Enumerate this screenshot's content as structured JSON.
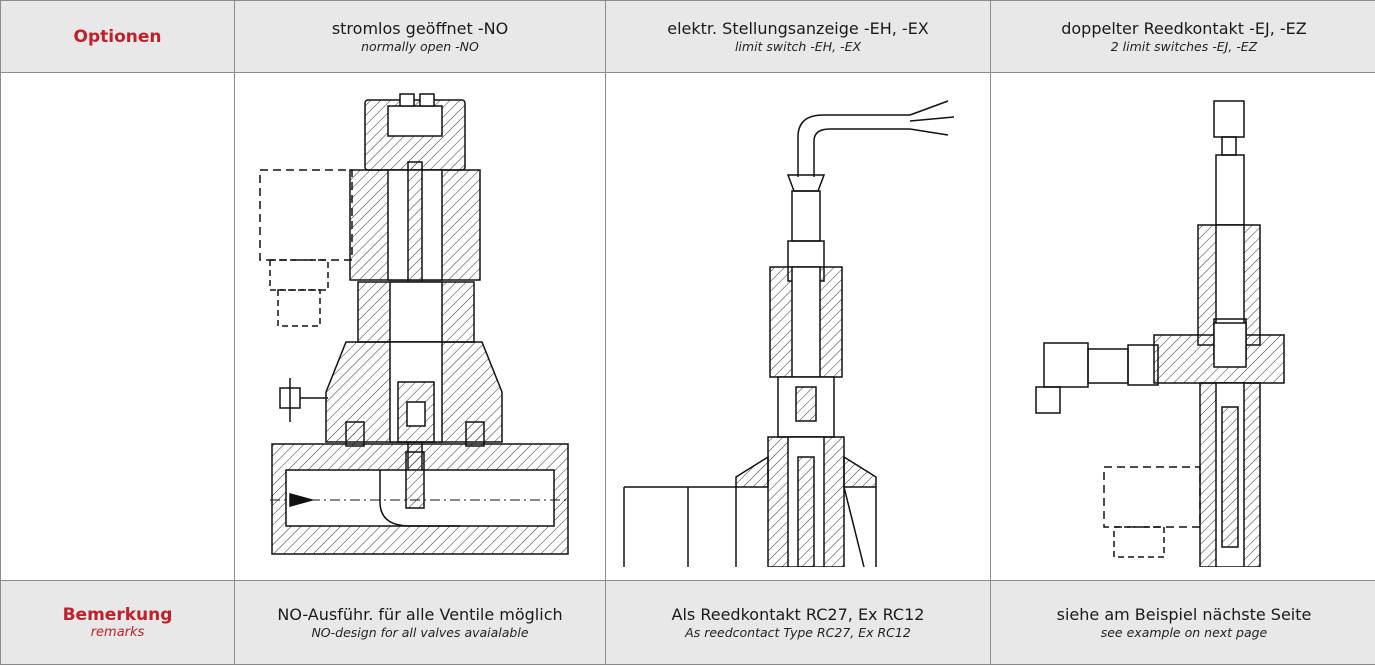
{
  "header": {
    "label": "Optionen",
    "columns": [
      {
        "title": "stromlos geöffnet -NO",
        "subtitle": "normally open -NO"
      },
      {
        "title": "elektr. Stellungsanzeige -EH, -EX",
        "subtitle": "limit switch -EH, -EX"
      },
      {
        "title": "doppelter Reedkontakt -EJ, -EZ",
        "subtitle": "2 limit switches -EJ, -EZ"
      }
    ]
  },
  "footer": {
    "label": "Bemerkung",
    "label_sub": "remarks",
    "columns": [
      {
        "title": "NO-Ausführ. für alle Ventile möglich",
        "subtitle": "NO-design for all valves avaialable"
      },
      {
        "title": "Als Reedkontakt RC27, Ex RC12",
        "subtitle": "As reedcontact Type RC27, Ex RC12"
      },
      {
        "title": "siehe am Beispiel nächste Seite",
        "subtitle": "see example on next page"
      }
    ]
  },
  "colors": {
    "accent": "#c0202a",
    "header_bg": "#e8e8e8",
    "border": "#8c8c8c"
  },
  "drawings": [
    "valve-no-section-drawing",
    "limit-switch-section-drawing",
    "double-reed-contact-section-drawing"
  ]
}
